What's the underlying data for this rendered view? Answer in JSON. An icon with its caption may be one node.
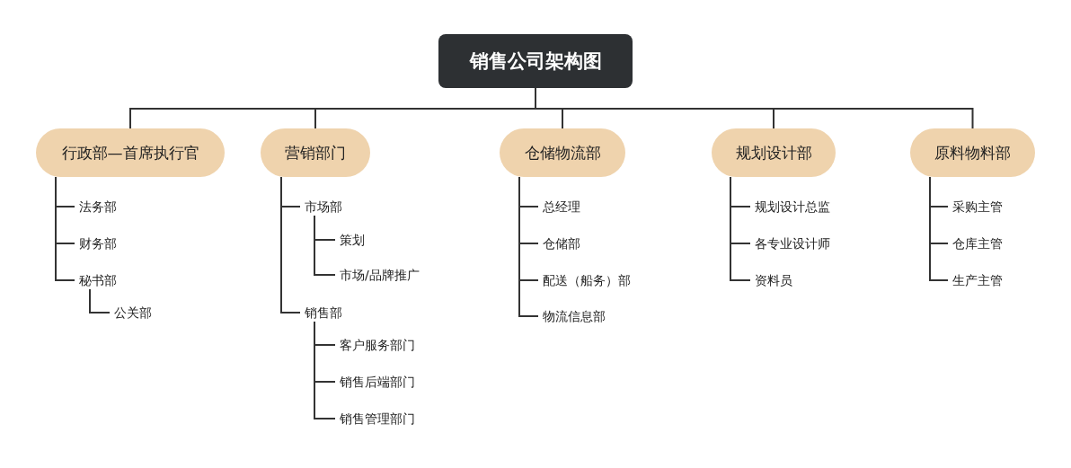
{
  "diagram": {
    "nodes": [
      {
        "text": [
          "销售公司架构图"
        ]
      },
      {
        "text": [
          "行政部—首席执行官"
        ]
      },
      {
        "text": [
          "法务部"
        ]
      },
      {
        "text": [
          "财务部"
        ]
      },
      {
        "text": [
          "秘书部"
        ]
      },
      {
        "text": [
          "公关部"
        ]
      },
      {
        "text": [
          "营销部门"
        ]
      },
      {
        "text": [
          "市场部"
        ]
      },
      {
        "text": [
          "策划"
        ]
      },
      {
        "text": [
          "市场/品牌推广"
        ]
      },
      {
        "text": [
          "销售部"
        ]
      },
      {
        "text": [
          "客户服务部门"
        ]
      },
      {
        "text": [
          "销售后端部门"
        ]
      },
      {
        "text": [
          "销售管理部门"
        ]
      },
      {
        "text": [
          "仓储物流部"
        ]
      },
      {
        "text": [
          "总经理"
        ]
      },
      {
        "text": [
          "仓储部"
        ]
      },
      {
        "text": [
          "配送（船务）部"
        ]
      },
      {
        "text": [
          "物流信息部"
        ]
      },
      {
        "text": [
          "规划设计部"
        ]
      },
      {
        "text": [
          "规划设计总监"
        ]
      },
      {
        "text": [
          "各专业设计师"
        ]
      },
      {
        "text": [
          "资料员"
        ]
      },
      {
        "text": [
          "原料物料部"
        ]
      },
      {
        "text": [
          "采购主管"
        ]
      },
      {
        "text": [
          "仓库主管"
        ]
      },
      {
        "text": [
          "生产主管"
        ]
      }
    ],
    "edges": [
      {
        "from": 0,
        "to": 1,
        "arrow": "none"
      },
      {
        "from": 0,
        "to": 6,
        "arrow": "none"
      },
      {
        "from": 0,
        "to": 14,
        "arrow": "none"
      },
      {
        "from": 0,
        "to": 19,
        "arrow": "none"
      },
      {
        "from": 0,
        "to": 23,
        "arrow": "none"
      },
      {
        "from": 1,
        "to": 2,
        "arrow": "none"
      },
      {
        "from": 1,
        "to": 3,
        "arrow": "none"
      },
      {
        "from": 1,
        "to": 4,
        "arrow": "none"
      },
      {
        "from": 4,
        "to": 5,
        "arrow": "none"
      },
      {
        "from": 6,
        "to": 7,
        "arrow": "none"
      },
      {
        "from": 6,
        "to": 10,
        "arrow": "none"
      },
      {
        "from": 7,
        "to": 8,
        "arrow": "none"
      },
      {
        "from": 7,
        "to": 9,
        "arrow": "none"
      },
      {
        "from": 10,
        "to": 11,
        "arrow": "none"
      },
      {
        "from": 10,
        "to": 12,
        "arrow": "none"
      },
      {
        "from": 10,
        "to": 13,
        "arrow": "none"
      },
      {
        "from": 14,
        "to": 15,
        "arrow": "none"
      },
      {
        "from": 14,
        "to": 16,
        "arrow": "none"
      },
      {
        "from": 14,
        "to": 17,
        "arrow": "none"
      },
      {
        "from": 14,
        "to": 18,
        "arrow": "none"
      },
      {
        "from": 19,
        "to": 20,
        "arrow": "none"
      },
      {
        "from": 19,
        "to": 21,
        "arrow": "none"
      },
      {
        "from": 19,
        "to": 22,
        "arrow": "none"
      },
      {
        "from": 23,
        "to": 24,
        "arrow": "none"
      },
      {
        "from": 23,
        "to": 25,
        "arrow": "none"
      },
      {
        "from": 23,
        "to": 26,
        "arrow": "none"
      }
    ]
  }
}
